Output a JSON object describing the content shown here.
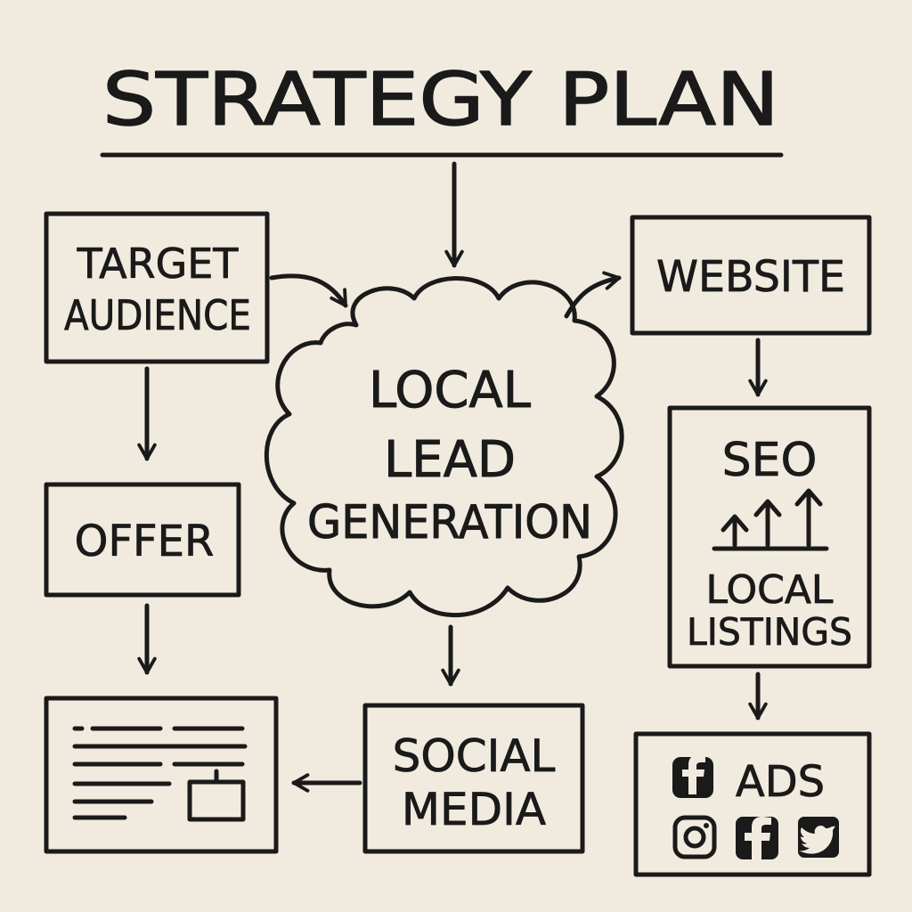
{
  "title": "STRATEGY PLAN",
  "center_node": {
    "lines": [
      "LOCAL",
      "LEAD",
      "GENERATION"
    ]
  },
  "nodes": {
    "target_audience": {
      "lines": [
        "TARGET",
        "AUDIENCE"
      ]
    },
    "offer": {
      "label": "OFFER"
    },
    "landing_page": {
      "icon": "document-with-button-icon"
    },
    "social_media": {
      "lines": [
        "SOCIAL",
        "MEDIA"
      ]
    },
    "website": {
      "label": "WEBSITE"
    },
    "seo": {
      "label": "SEO",
      "icon": "rising-arrows-icon",
      "sublines": [
        "LOCAL",
        "LISTINGS"
      ]
    },
    "ads": {
      "label": "ADS",
      "icons": [
        "facebook-icon",
        "instagram-icon",
        "facebook-icon",
        "twitter-icon"
      ]
    }
  },
  "edges": [
    {
      "from": "title",
      "to": "local_lead_generation"
    },
    {
      "from": "target_audience",
      "to": "local_lead_generation"
    },
    {
      "from": "target_audience",
      "to": "offer"
    },
    {
      "from": "offer",
      "to": "landing_page"
    },
    {
      "from": "local_lead_generation",
      "to": "website"
    },
    {
      "from": "local_lead_generation",
      "to": "social_media"
    },
    {
      "from": "social_media",
      "to": "landing_page"
    },
    {
      "from": "website",
      "to": "seo"
    },
    {
      "from": "seo",
      "to": "ads"
    }
  ],
  "colors": {
    "background": "#f1ebdf",
    "ink": "#1a1a1a"
  }
}
